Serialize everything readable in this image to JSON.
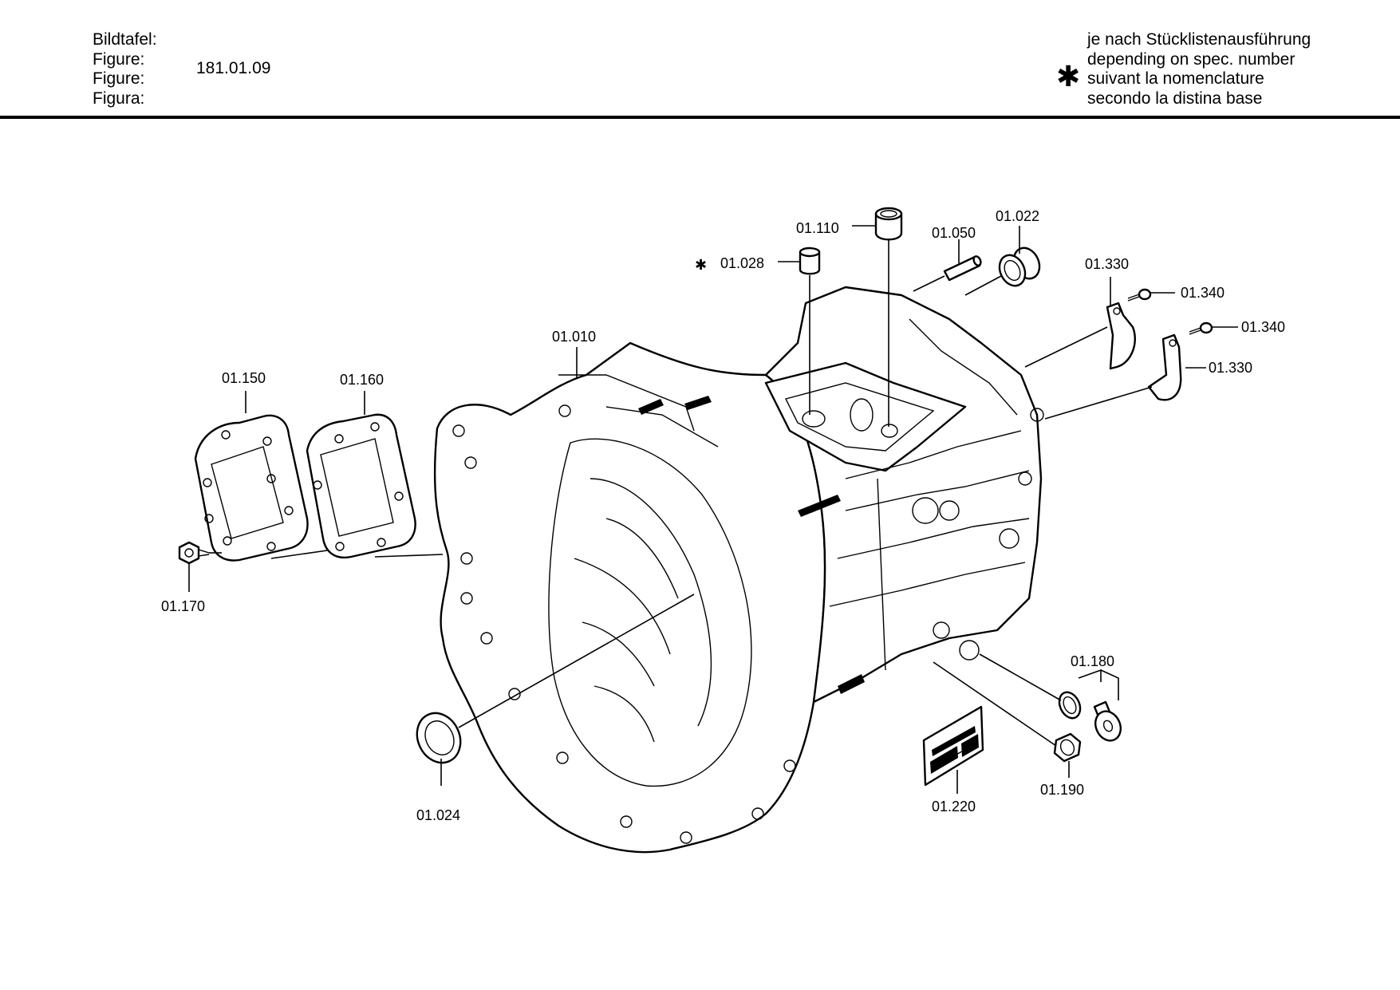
{
  "header": {
    "labels": [
      "Bildtafel:",
      "Figure:",
      "Figure:",
      "Figura:"
    ],
    "figure_number": "181.01.09",
    "note_star": "✱",
    "note_lines": [
      "je nach Stücklistenausführung",
      "depending on spec. number",
      "suivant la nomenclature",
      "secondo la distina base"
    ]
  },
  "callouts": {
    "p01_010": "01.010",
    "p01_022": "01.022",
    "p01_024": "01.024",
    "p01_028": "01.028",
    "p01_028_star": "✱",
    "p01_050": "01.050",
    "p01_110": "01.110",
    "p01_150": "01.150",
    "p01_160": "01.160",
    "p01_170": "01.170",
    "p01_180": "01.180",
    "p01_190": "01.190",
    "p01_220": "01.220",
    "p01_330_a": "01.330",
    "p01_330_b": "01.330",
    "p01_340_a": "01.340",
    "p01_340_b": "01.340"
  }
}
